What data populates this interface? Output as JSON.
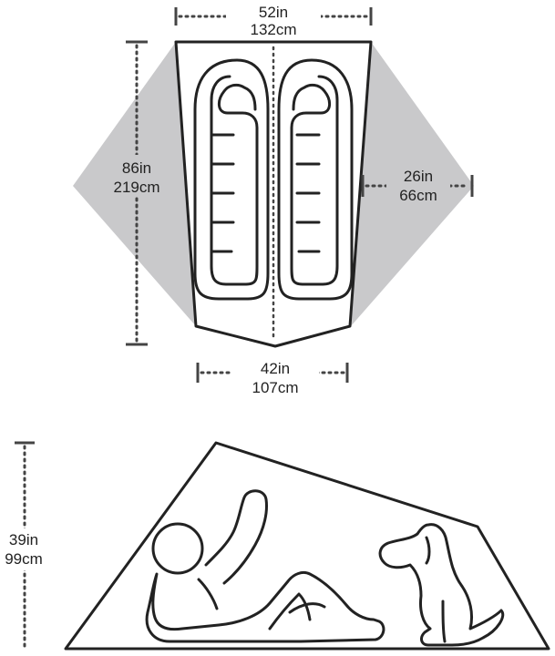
{
  "floor_plan": {
    "width_top": {
      "in": "52in",
      "cm": "132cm"
    },
    "length": {
      "in": "86in",
      "cm": "219cm"
    },
    "vestibule_depth": {
      "in": "26in",
      "cm": "66cm"
    },
    "width_bottom": {
      "in": "42in",
      "cm": "107cm"
    },
    "sleeping_bags": 2
  },
  "side_profile": {
    "peak_height": {
      "in": "39in",
      "cm": "99cm"
    },
    "figures": [
      "person-reclining",
      "dog-sitting"
    ]
  },
  "colors": {
    "outline": "#222222",
    "vestibule_fill": "#c9c9cb",
    "floor_fill": "#ffffff",
    "dimension_line": "#444444"
  }
}
